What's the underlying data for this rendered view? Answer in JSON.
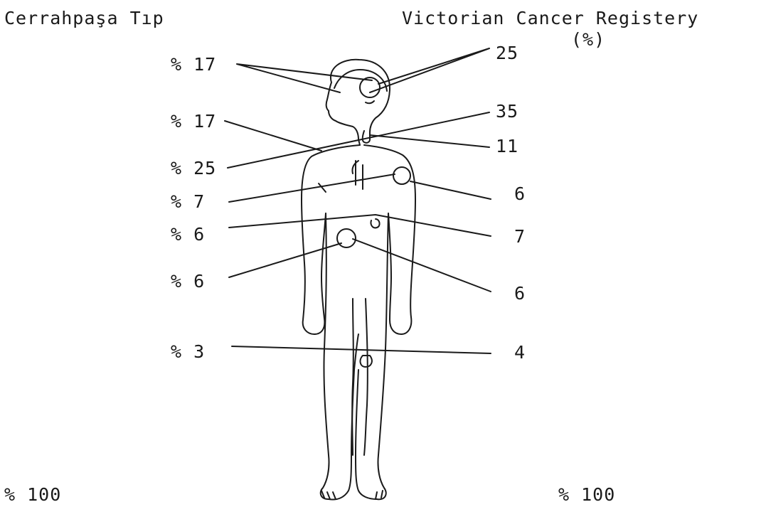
{
  "headers": {
    "left": "Cerrahpaşa Tıp",
    "right_line1": "Victorian Cancer Registery",
    "right_line2": "(%)"
  },
  "left_values": [
    "% 17",
    "% 17",
    "% 25",
    "% 7",
    "% 6",
    "% 6",
    "% 3"
  ],
  "right_values": [
    "25",
    "35",
    "11",
    "6",
    "7",
    "6",
    "4"
  ],
  "totals": {
    "left": "% 100",
    "right": "% 100"
  }
}
